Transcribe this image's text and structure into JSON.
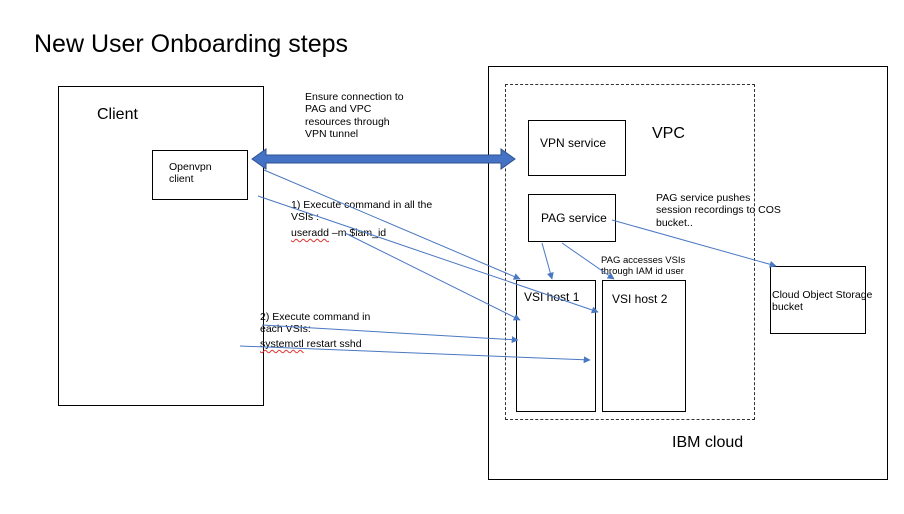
{
  "title": "New User Onboarding steps",
  "client": {
    "label": "Client",
    "openvpn": "Openvpn\nclient"
  },
  "cloud": {
    "label": "IBM cloud",
    "vpc_label": "VPC"
  },
  "vpn_service": "VPN service",
  "pag_service": "PAG service",
  "vsi_host_1": "VSI host 1",
  "vsi_host_2": "VSI host 2",
  "cos": "Cloud Object Storage\nbucket",
  "annotations": {
    "tunnel": "Ensure connection to\nPAG and VPC\nresources through\nVPN tunnel",
    "pag_push": "PAG service pushes\nsession recordings to COS\nbucket..",
    "pag_access": "PAG accesses VSIs\nthrough IAM id user"
  },
  "step1": {
    "heading": "1)   Execute command in all the\n       VSIs :",
    "command_word": "useradd",
    "command_rest": " –m $iam_id"
  },
  "step2": {
    "heading": "2)  Execute command  in\neach VSIs:",
    "command_word": "systemctl",
    "command_rest": " restart sshd"
  },
  "colors": {
    "arrow": "#4a78c2",
    "tunnel_fill": "#4472c4",
    "tunnel_stroke": "#2f528f"
  }
}
